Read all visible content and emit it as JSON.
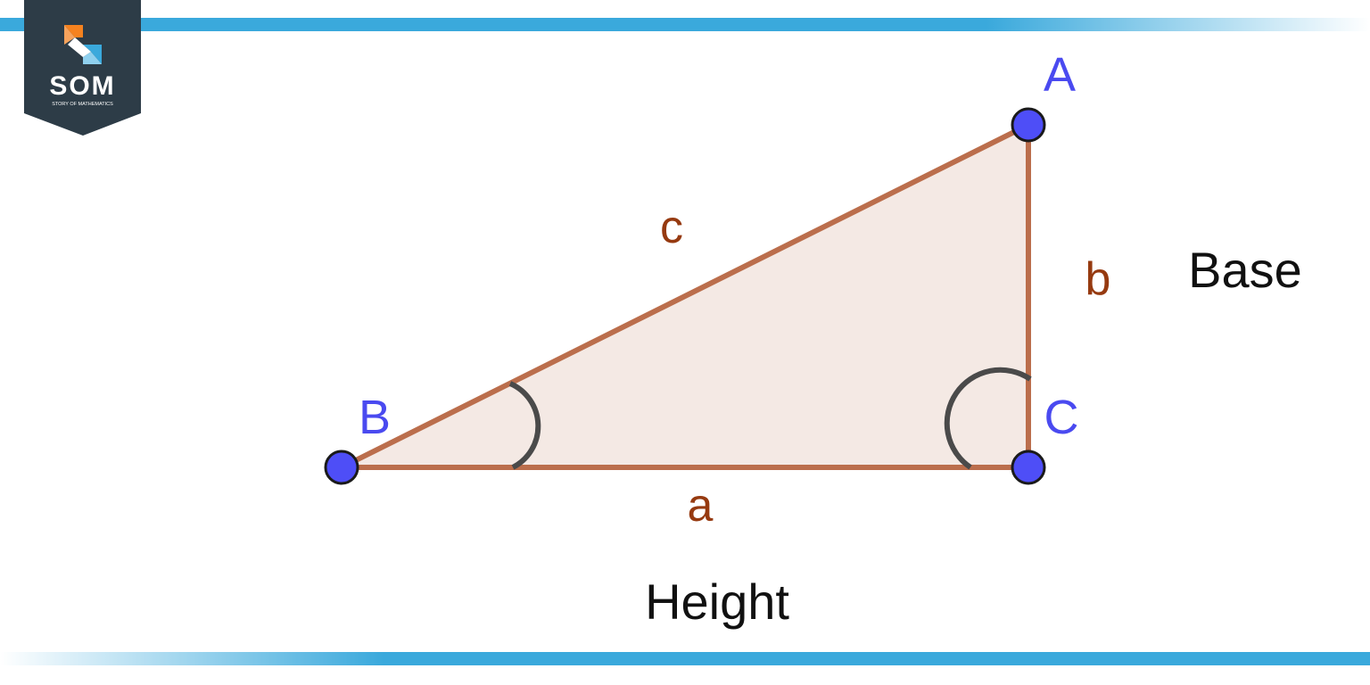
{
  "logo": {
    "text": "SOM",
    "tagline": "STORY OF MATHEMATICS"
  },
  "vertices": {
    "A": "A",
    "B": "B",
    "C": "C"
  },
  "sides": {
    "a": "a",
    "b": "b",
    "c": "c"
  },
  "labels": {
    "base": "Base",
    "height": "Height"
  },
  "colors": {
    "banner_blue": "#3aa9dc",
    "vertex_fill": "#4e4ef7",
    "vertex_label": "#4a4af0",
    "edge": "#bb6e4c",
    "side_label": "#963a10",
    "triangle_fill": "#f4e9e4",
    "angle_arc": "#4a4a4a",
    "logo_bg": "#2d3c47",
    "logo_orange": "#f5821f",
    "logo_blue": "#3aa9dc"
  }
}
